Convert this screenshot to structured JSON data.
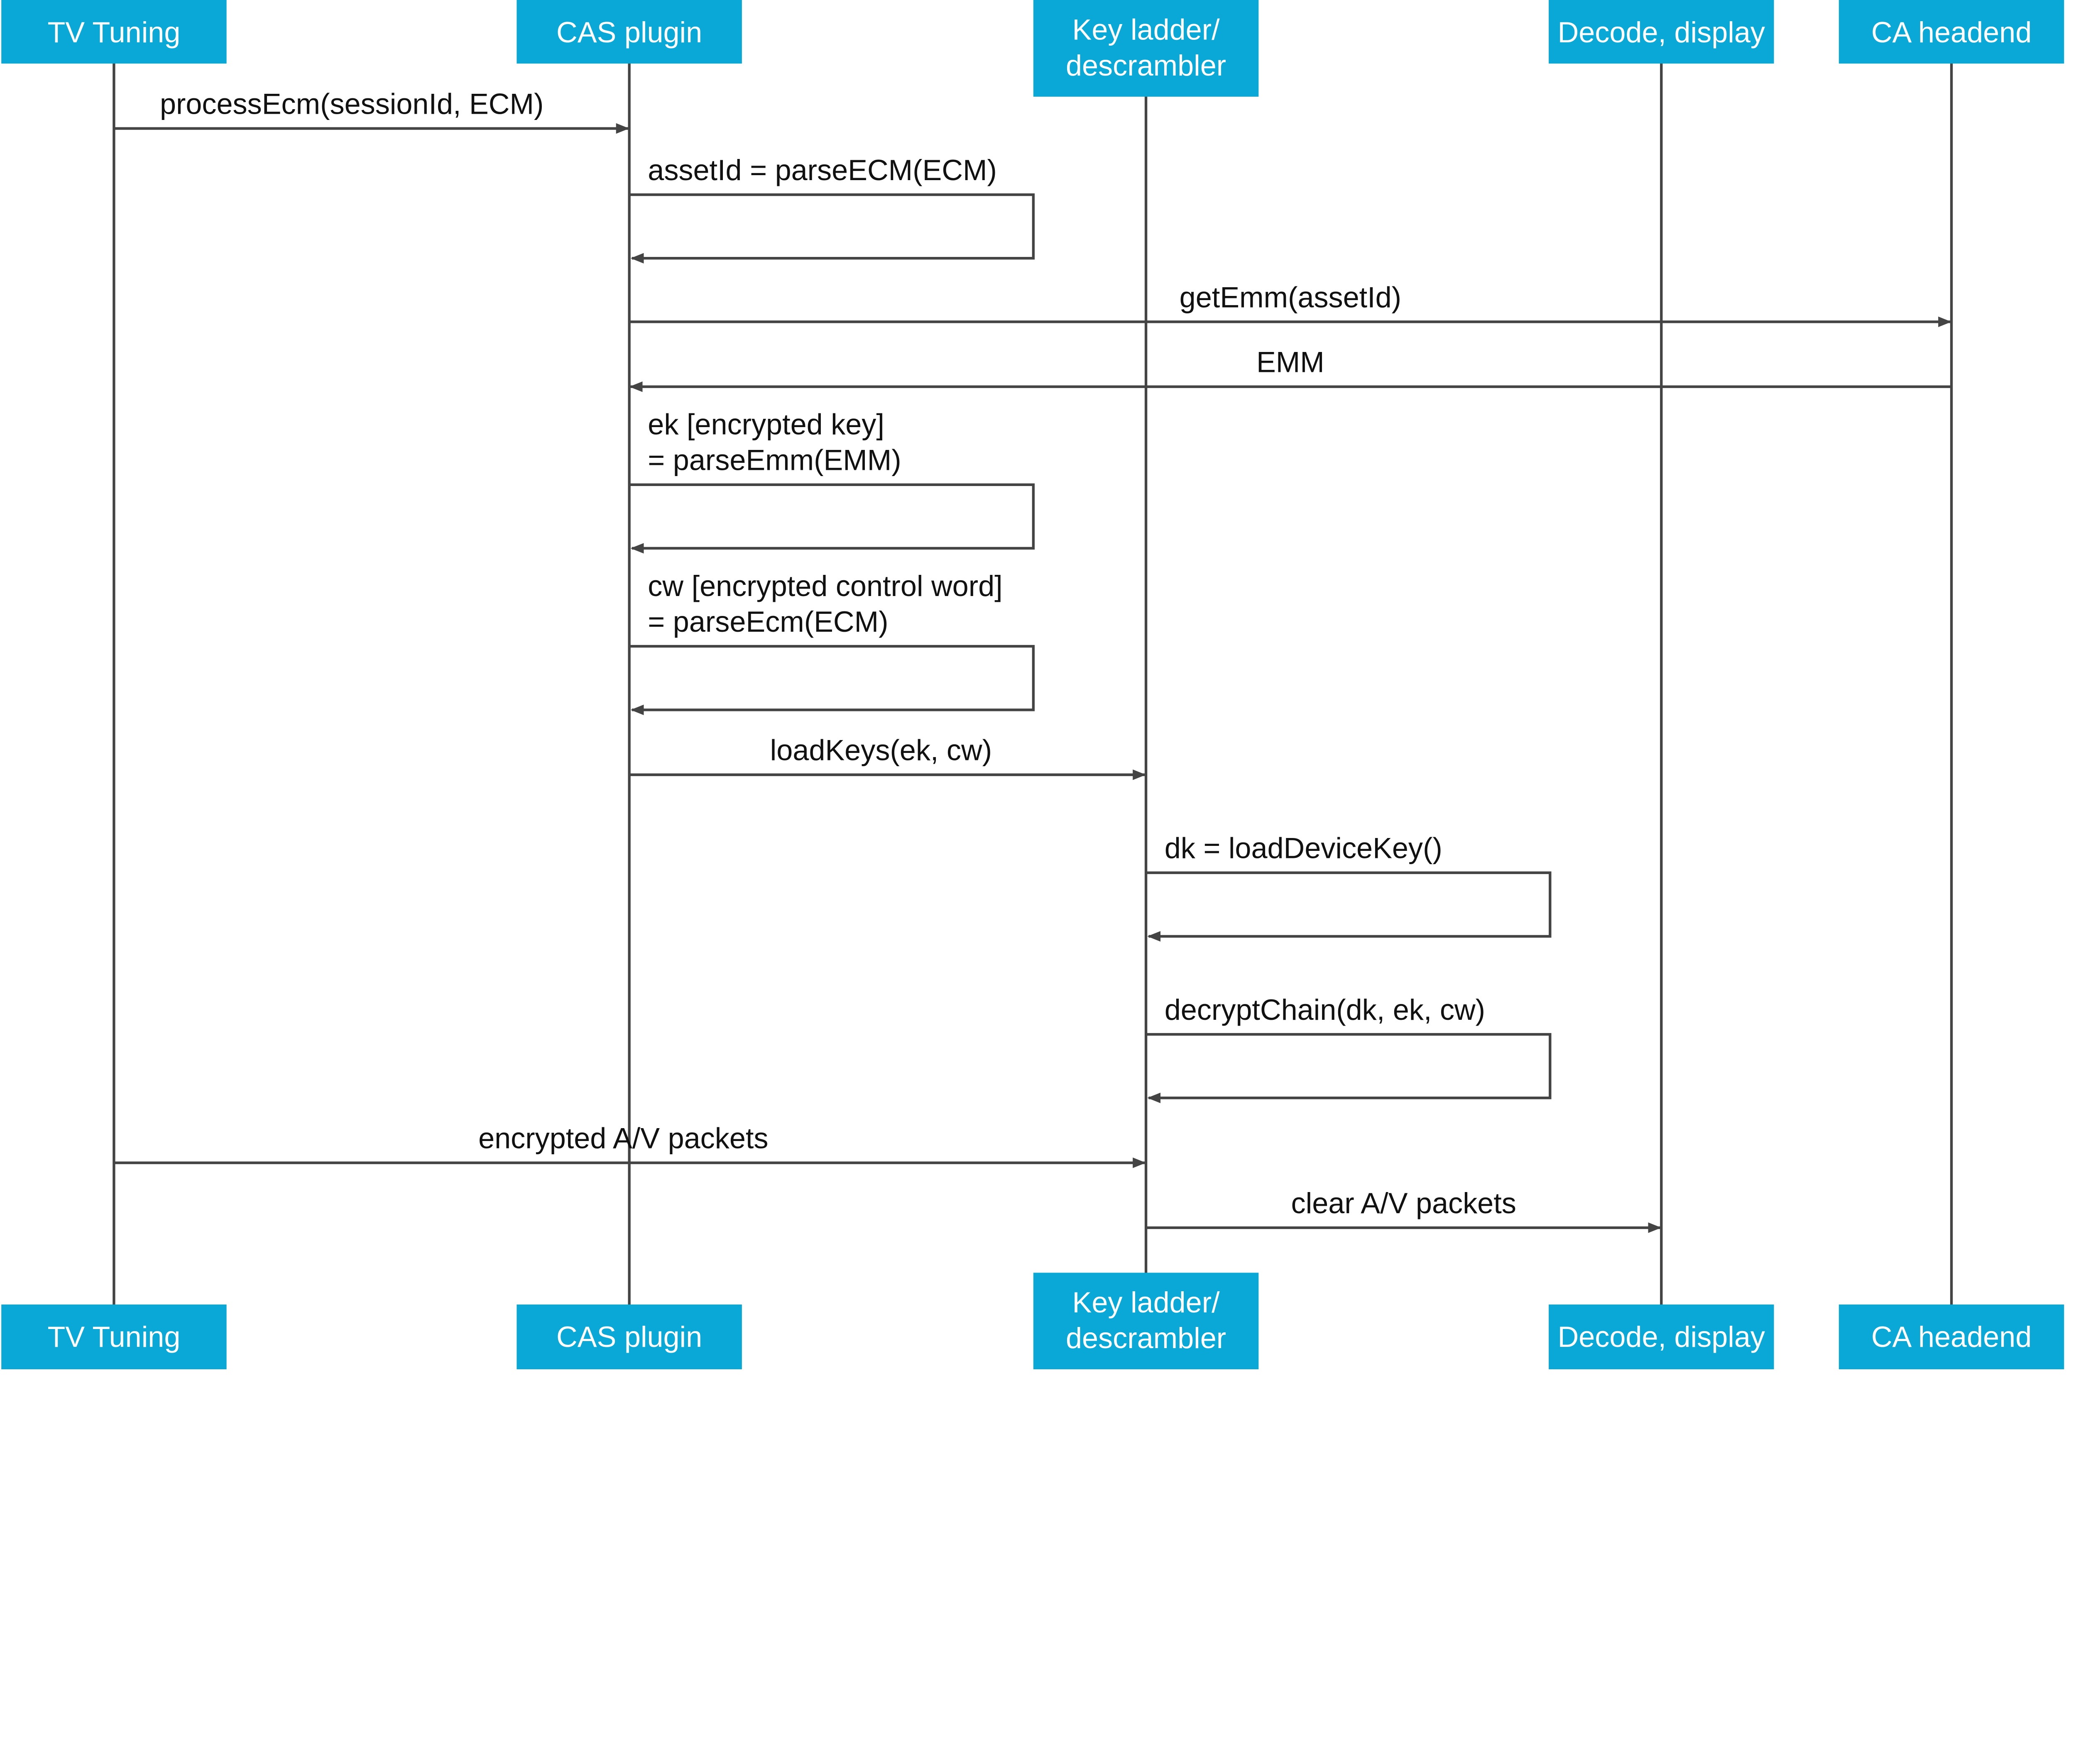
{
  "colors": {
    "header_fill": "#0aa8d6",
    "header_text": "#ffffff",
    "line": "#444444",
    "text": "#111111"
  },
  "participants": [
    {
      "id": "tv",
      "lines": [
        "TV Tuning"
      ]
    },
    {
      "id": "cas",
      "lines": [
        "CAS plugin"
      ]
    },
    {
      "id": "key",
      "lines": [
        "Key ladder/",
        "descrambler"
      ]
    },
    {
      "id": "decode",
      "lines": [
        "Decode, display"
      ]
    },
    {
      "id": "ca",
      "lines": [
        "CA headend"
      ]
    }
  ],
  "messages": [
    {
      "from": "tv",
      "to": "cas",
      "lines": [
        "processEcm(sessionId, ECM)"
      ]
    },
    {
      "from": "cas",
      "to": "cas",
      "lines": [
        "assetId = parseECM(ECM)"
      ]
    },
    {
      "from": "cas",
      "to": "ca",
      "lines": [
        "getEmm(assetId)"
      ]
    },
    {
      "from": "ca",
      "to": "cas",
      "lines": [
        "EMM"
      ]
    },
    {
      "from": "cas",
      "to": "cas",
      "lines": [
        "ek [encrypted key]",
        "= parseEmm(EMM)"
      ]
    },
    {
      "from": "cas",
      "to": "cas",
      "lines": [
        "cw [encrypted control word]",
        "= parseEcm(ECM)"
      ]
    },
    {
      "from": "cas",
      "to": "key",
      "lines": [
        "loadKeys(ek, cw)"
      ]
    },
    {
      "from": "key",
      "to": "key",
      "lines": [
        "dk = loadDeviceKey()"
      ]
    },
    {
      "from": "key",
      "to": "key",
      "lines": [
        "decryptChain(dk, ek, cw)"
      ]
    },
    {
      "from": "tv",
      "to": "key",
      "lines": [
        "encrypted A/V packets"
      ]
    },
    {
      "from": "key",
      "to": "decode",
      "lines": [
        "clear A/V packets"
      ]
    }
  ]
}
